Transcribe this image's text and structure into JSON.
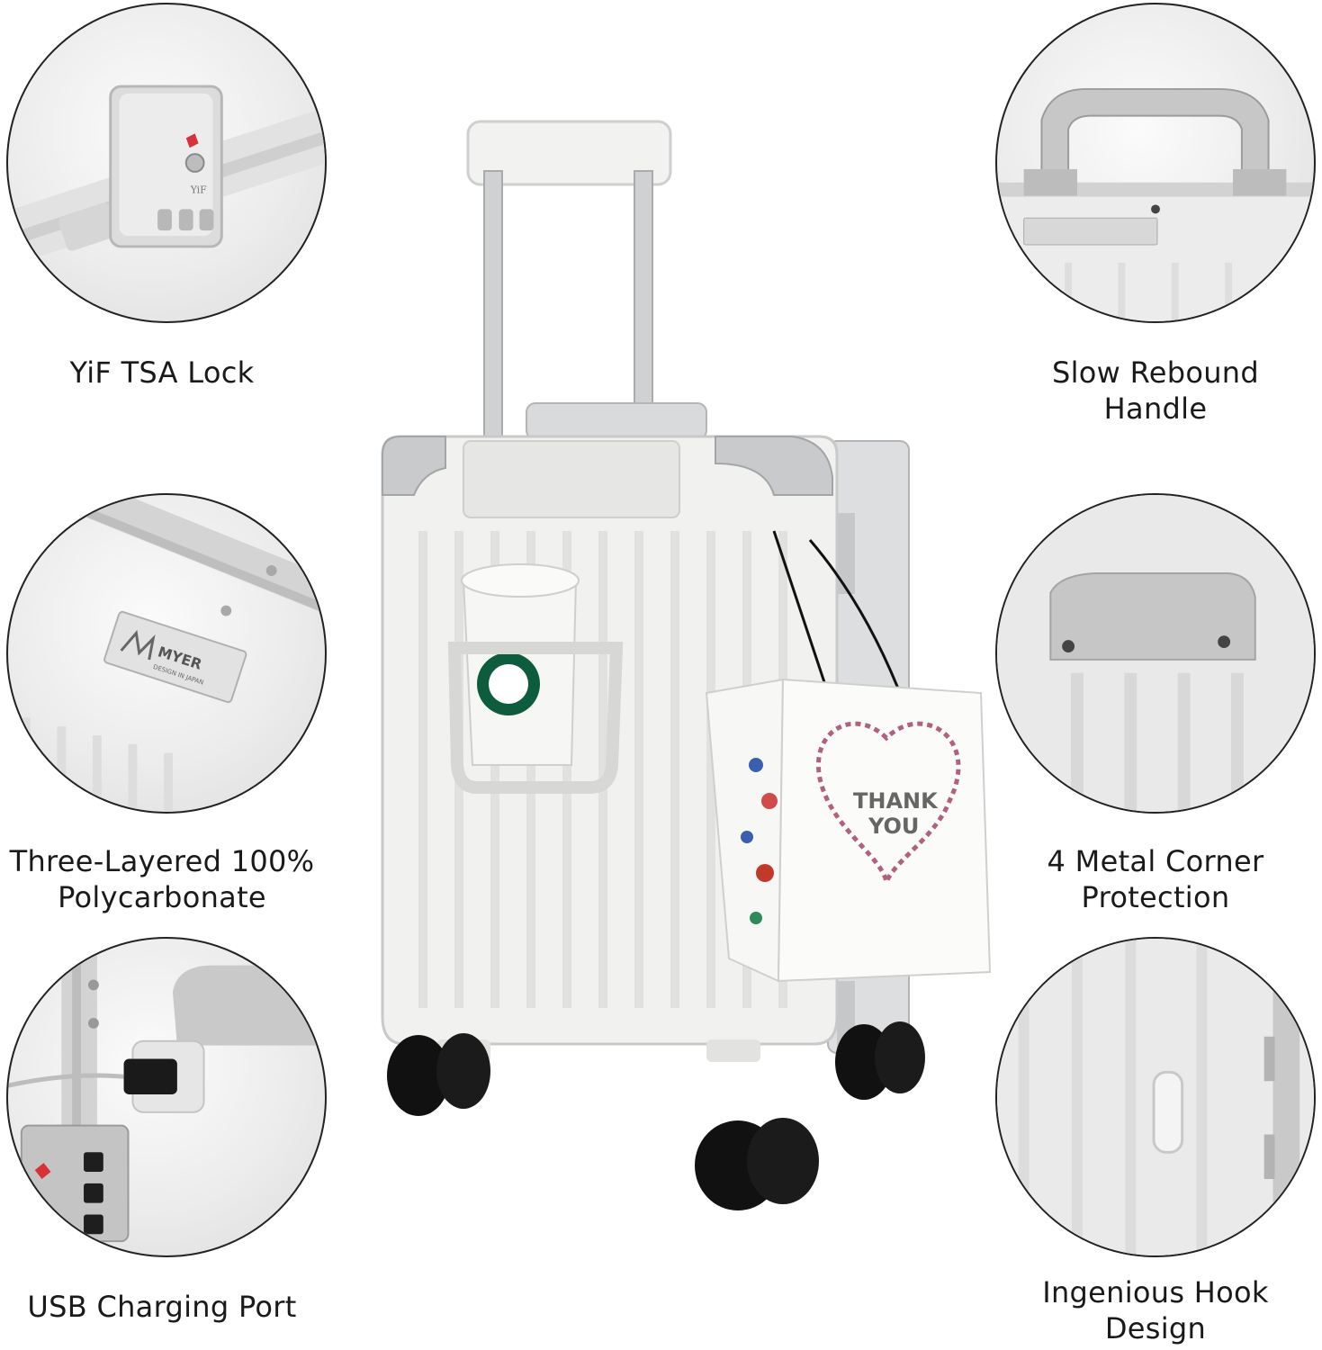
{
  "features": [
    {
      "id": "tsa-lock",
      "lines": [
        "YiF TSA Lock"
      ]
    },
    {
      "id": "polycarbonate",
      "lines": [
        "Three-Layered 100%",
        "Polycarbonate"
      ]
    },
    {
      "id": "usb-port",
      "lines": [
        "USB Charging Port"
      ]
    },
    {
      "id": "rebound-handle",
      "lines": [
        "Slow Rebound",
        "Handle"
      ]
    },
    {
      "id": "metal-corner",
      "lines": [
        "4 Metal Corner",
        "Protection"
      ]
    },
    {
      "id": "hook",
      "lines": [
        "Ingenious Hook",
        "Design"
      ]
    }
  ],
  "product": {
    "lock_brand": "YiF",
    "badge_brand": "MYER",
    "badge_subtitle": "DESIGN IN JAPAN",
    "bag_text_line1": "THANK",
    "bag_text_line2": "YOU"
  },
  "colors": {
    "suitcase": "#f1f1ef",
    "metal": "#c9cbcd",
    "wheel": "#111111",
    "border": "#222222"
  }
}
